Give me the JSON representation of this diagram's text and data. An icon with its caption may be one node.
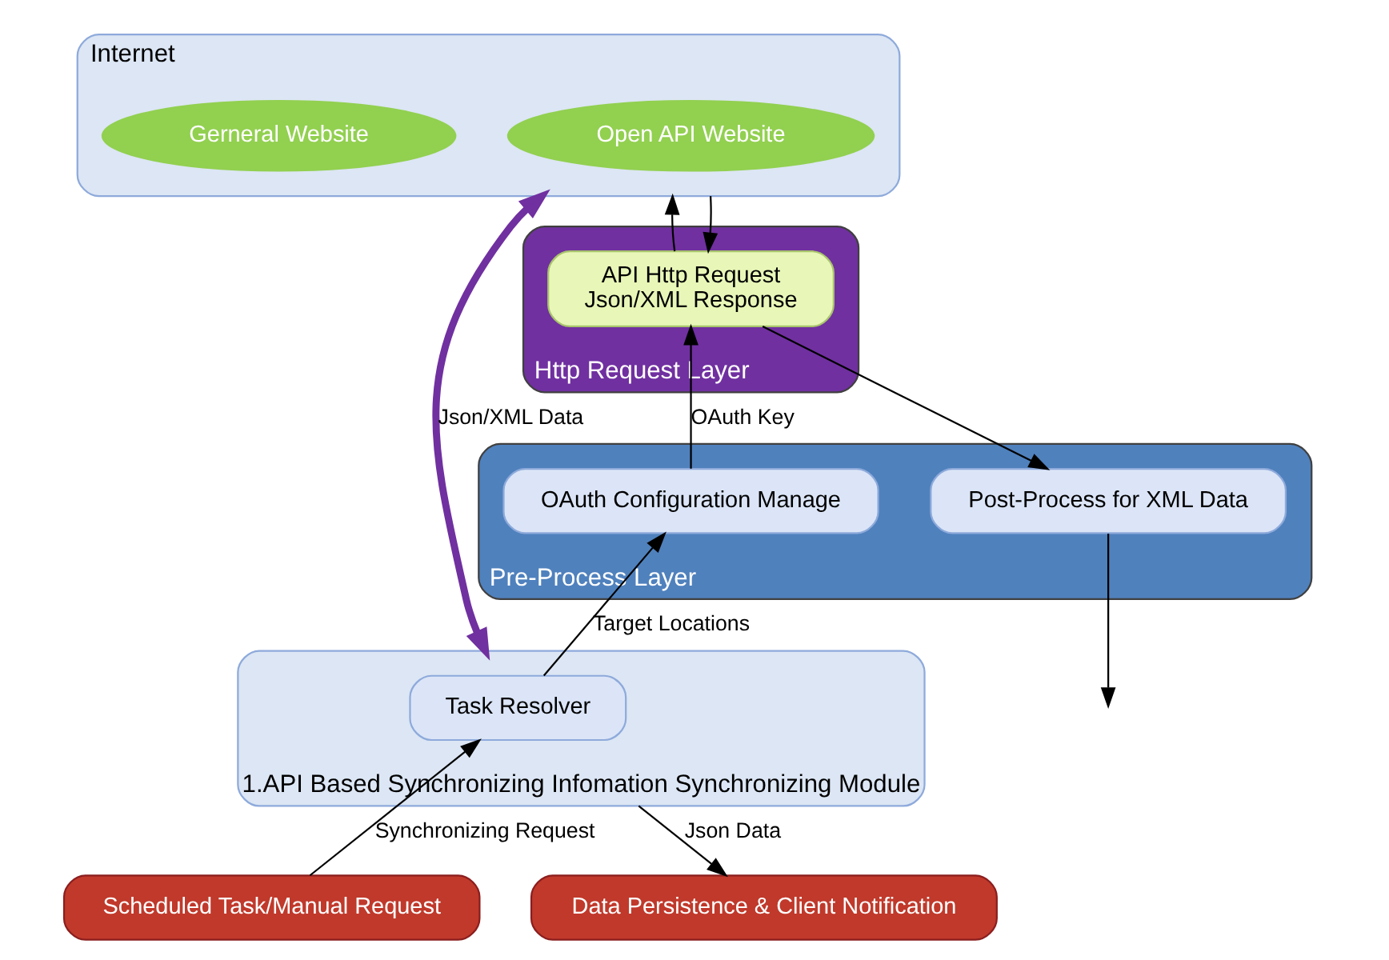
{
  "diagram": {
    "nodes": [
      {
        "text": [
          "Internet"
        ]
      },
      {
        "text": [
          "Open API Website"
        ],
        "in": 0
      },
      {
        "text": [
          "Gerneral Website"
        ],
        "in": 0
      },
      {
        "text": [
          "1.API Based Synchronizing Infomation Synchronizing Module"
        ]
      },
      {
        "text": [
          "Http Request Layer"
        ]
      },
      {
        "text": [
          "Pre-Process Layer"
        ]
      },
      {
        "text": [
          "API Http Request",
          "Json/XML Response"
        ],
        "in": 4
      },
      {
        "text": [
          "OAuth Configuration Manage"
        ],
        "in": 5
      },
      {
        "text": [
          "Post-Process for XML Data"
        ],
        "in": 5
      },
      {
        "text": [
          "Task Resolver"
        ],
        "in": 3
      },
      {
        "text": [
          "Scheduled Task/Manual Request"
        ]
      },
      {
        "text": [
          "Data Persistence & Client Notification"
        ]
      }
    ],
    "edges": [
      {
        "from": 0,
        "to": 3,
        "arrow": "both",
        "label": "Json/XML Data",
        "style": "thick",
        "color": "#7030a0"
      },
      {
        "from": 6,
        "to": 0,
        "arrow": "to"
      },
      {
        "from": 0,
        "to": 6,
        "arrow": "to"
      },
      {
        "from": 7,
        "to": 6,
        "arrow": "to",
        "label": "OAuth Key"
      },
      {
        "from": 6,
        "to": 8,
        "arrow": "to"
      },
      {
        "from": 9,
        "to": 7,
        "arrow": "to",
        "label": "Target Locations"
      },
      {
        "from": 8,
        "to": null,
        "arrow": "to"
      },
      {
        "from": 10,
        "to": 9,
        "arrow": "to",
        "label": "Synchronizing Request"
      },
      {
        "from": 3,
        "to": 11,
        "arrow": "to",
        "label": "Json Data"
      }
    ]
  }
}
